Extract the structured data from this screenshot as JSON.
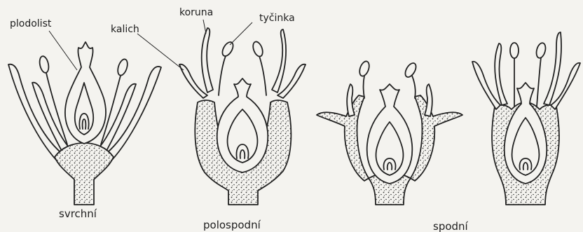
{
  "labels": {
    "plodolist": "plodolist",
    "kalich": "kalich",
    "koruna": "koruna",
    "tycinka": "tyčinka"
  },
  "captions": {
    "superior": "svrchní",
    "half_inferior": "polospodní",
    "inferior": "spodní"
  },
  "colors": {
    "paper": "#f4f3ef",
    "ink": "#222222"
  }
}
